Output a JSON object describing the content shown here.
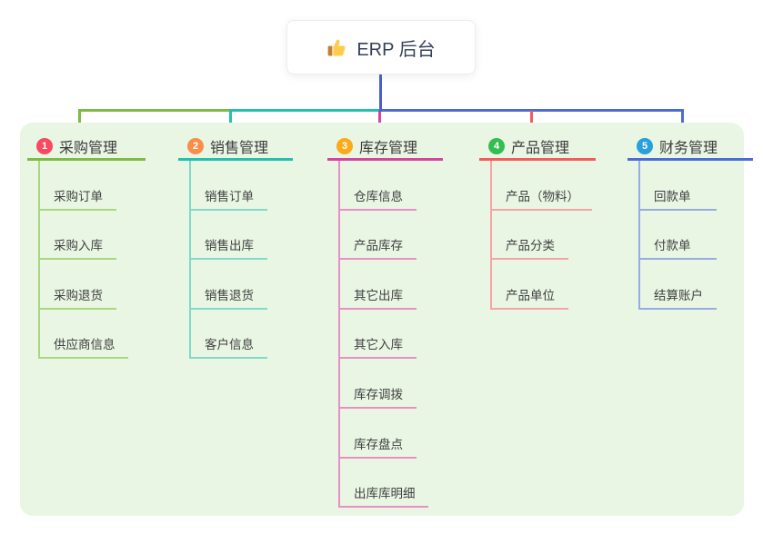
{
  "root": {
    "label": "ERP 后台",
    "icon": "thumbs-up-icon"
  },
  "connector_color": "#4a5ecd",
  "panel_color": "#e9f6e4",
  "branches": [
    {
      "number": "1",
      "label": "采购管理",
      "badge_color": "#f8495f",
      "line_color": "#7cbc42",
      "child_line_color": "#a9d77f",
      "children": [
        "采购订单",
        "采购入库",
        "采购退货",
        "供应商信息"
      ]
    },
    {
      "number": "2",
      "label": "销售管理",
      "badge_color": "#fb8d4a",
      "line_color": "#23c0b0",
      "child_line_color": "#82d9c9",
      "children": [
        "销售订单",
        "销售出库",
        "销售退货",
        "客户信息"
      ]
    },
    {
      "number": "3",
      "label": "库存管理",
      "badge_color": "#fbab19",
      "line_color": "#d6449e",
      "child_line_color": "#ea8fc6",
      "children": [
        "仓库信息",
        "产品库存",
        "其它出库",
        "其它入库",
        "库存调拨",
        "库存盘点",
        "出库库明细"
      ]
    },
    {
      "number": "4",
      "label": "产品管理",
      "badge_color": "#36bd51",
      "line_color": "#f55b5b",
      "child_line_color": "#f8a3a3",
      "children": [
        "产品（物料）",
        "产品分类",
        "产品单位"
      ]
    },
    {
      "number": "5",
      "label": "财务管理",
      "badge_color": "#27a0dc",
      "line_color": "#4b6cd6",
      "child_line_color": "#97ace2",
      "children": [
        "回款单",
        "付款单",
        "结算账户"
      ]
    }
  ]
}
